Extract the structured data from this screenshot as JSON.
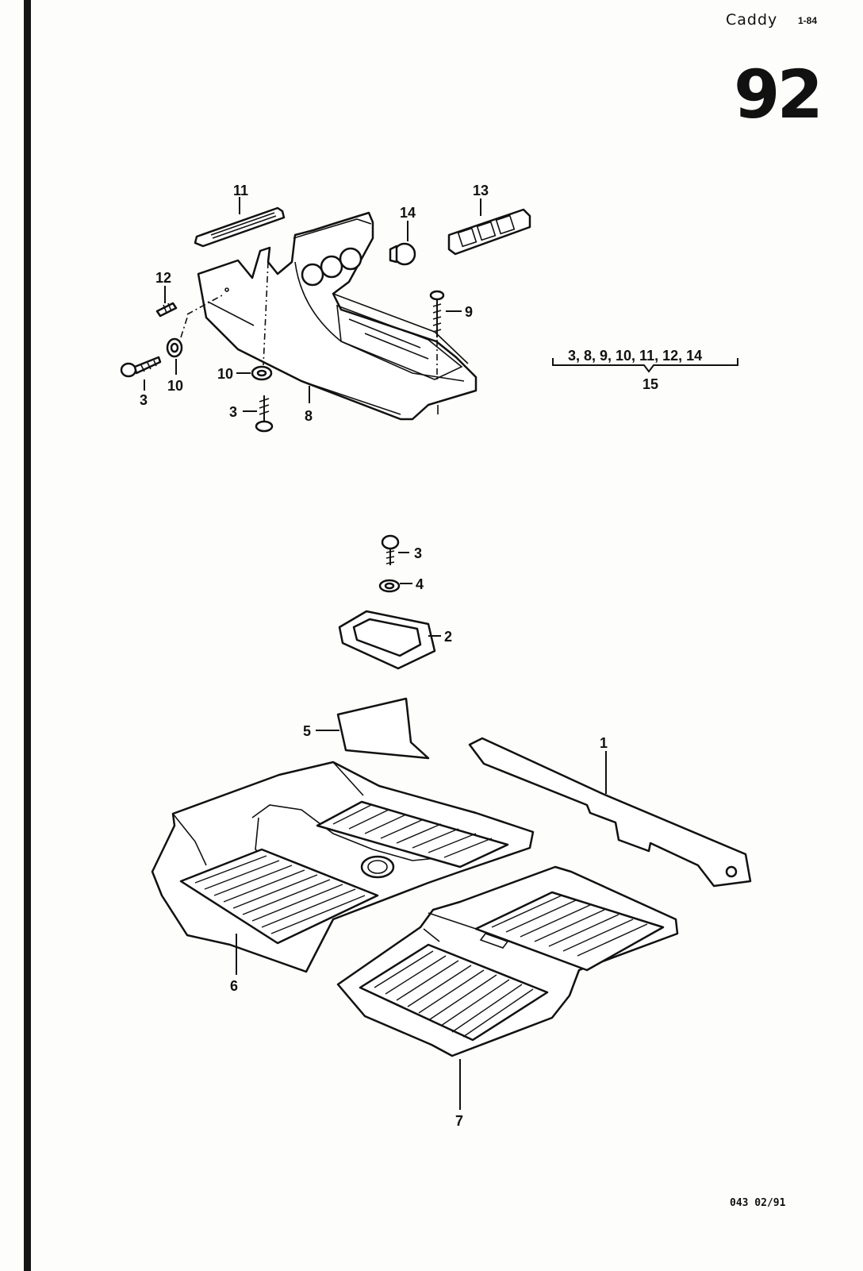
{
  "header": {
    "model": "Caddy",
    "date": "1-84",
    "group_number": "92"
  },
  "callouts": {
    "c1": "1",
    "c2": "2",
    "c3_screw_console_left": "3",
    "c3_screw_console_bottom": "3",
    "c3_screw_bracket": "3",
    "c4": "4",
    "c5": "5",
    "c6": "6",
    "c7": "7",
    "c8": "8",
    "c9": "9",
    "c10_washer_left": "10",
    "c10_washer_bottom": "10",
    "c11": "11",
    "c12": "12",
    "c13": "13",
    "c14": "14"
  },
  "kit": {
    "contents": "3, 8, 9, 10, 11, 12, 14",
    "number": "15"
  },
  "footer": {
    "code": "043  02/91"
  }
}
